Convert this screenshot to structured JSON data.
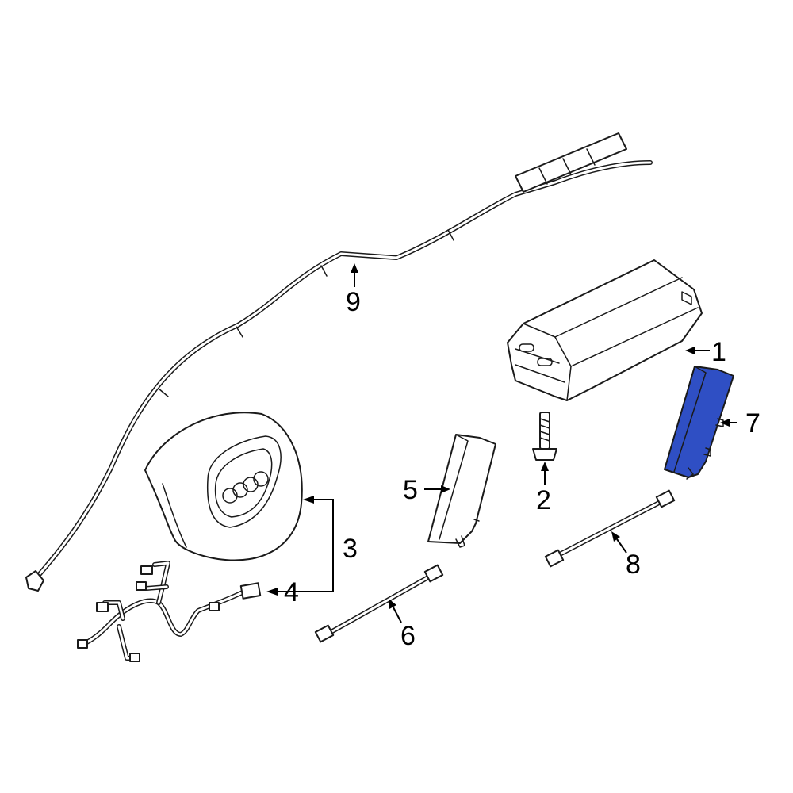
{
  "highlight_color": "#2f4fc4",
  "callouts": {
    "c1": "1",
    "c2": "2",
    "c3": "3",
    "c4": "4",
    "c5": "5",
    "c6": "6",
    "c7": "7",
    "c8": "8",
    "c9": "9"
  }
}
